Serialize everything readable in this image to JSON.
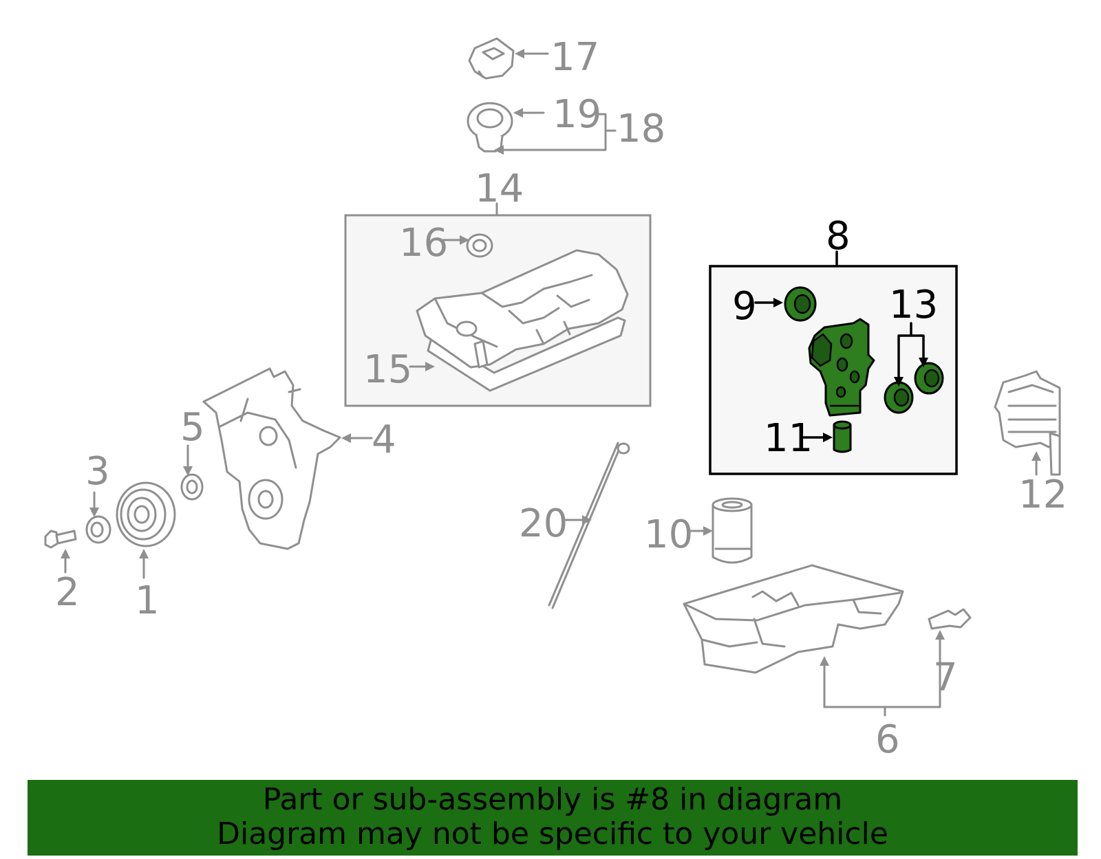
{
  "labels": {
    "p1": "1",
    "p2": "2",
    "p3": "3",
    "p4": "4",
    "p5": "5",
    "p6": "6",
    "p7": "7",
    "p8": "8",
    "p9": "9",
    "p10": "10",
    "p11": "11",
    "p12": "12",
    "p13": "13",
    "p14": "14",
    "p15": "15",
    "p16": "16",
    "p17": "17",
    "p18": "18",
    "p19": "19",
    "p20": "20"
  },
  "highlight": {
    "part_number": "8",
    "color": "#1b6e12"
  },
  "banner": {
    "line1": "Part or sub-assembly is #8 in diagram",
    "line2": "Diagram may not be specific to your vehicle"
  }
}
